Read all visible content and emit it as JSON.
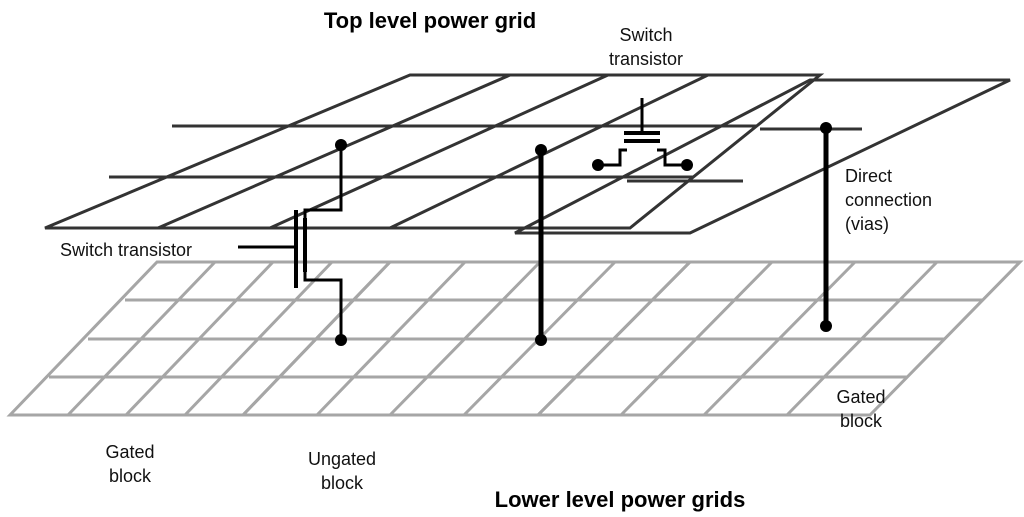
{
  "diagram": {
    "top_title": "Top level power grid",
    "bottom_title": "Lower level power grids",
    "labels": {
      "switch_left": "Switch transistor",
      "switch_top_line1": "Switch",
      "switch_top_line2": "transistor",
      "direct_line1": "Direct",
      "direct_line2": "connection",
      "direct_line3": "(vias)",
      "gated_left_line1": "Gated",
      "gated_left_line2": "block",
      "ungated_line1": "Ungated",
      "ungated_line2": "block",
      "gated_right_line1": "Gated",
      "gated_right_line2": "block"
    },
    "colors": {
      "top_grid": "#333333",
      "lower_grid": "#a6a6a6",
      "wire": "#000000"
    }
  }
}
